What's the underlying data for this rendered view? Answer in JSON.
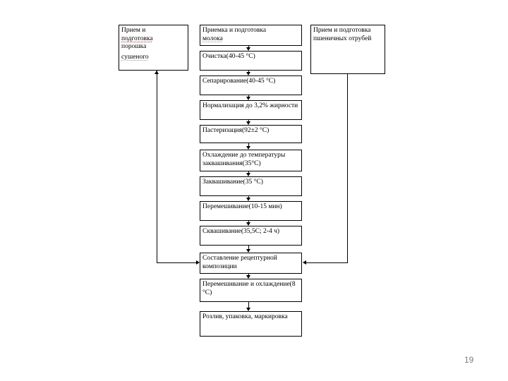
{
  "slide": {
    "page_number": "19"
  },
  "flowchart": {
    "ingredient_left": {
      "line1": "Прием и",
      "line2": "подготовка",
      "line3": "порошка",
      "line4": "сушеного"
    },
    "ingredient_right": {
      "label": "Прием и подготовка пшеничных отрубей"
    },
    "milk_header": {
      "line1": "Приемка и подготовка",
      "line2": "молока"
    },
    "steps": [
      {
        "label": "Очистка(40-45 °С)"
      },
      {
        "label": "Сепарирование(40-45 °С)"
      },
      {
        "label": "Нормализация до 3,2% жирности"
      },
      {
        "label": "Пастеризация(92±2 °С)"
      },
      {
        "label": "Охлаждение до температуры заквашивания(35°С)"
      },
      {
        "label": "Заквашивание(35 °С)"
      },
      {
        "label": "Перемешивание(10-15 мин)"
      },
      {
        "label": "Сквашивание(35,5С; 2-4 ч)"
      },
      {
        "label": "Составление рецептурной композиции"
      },
      {
        "label": "Перемешивание и охлаждение(8 °С)"
      },
      {
        "label": "Розлив, упаковка, маркировка"
      }
    ]
  }
}
